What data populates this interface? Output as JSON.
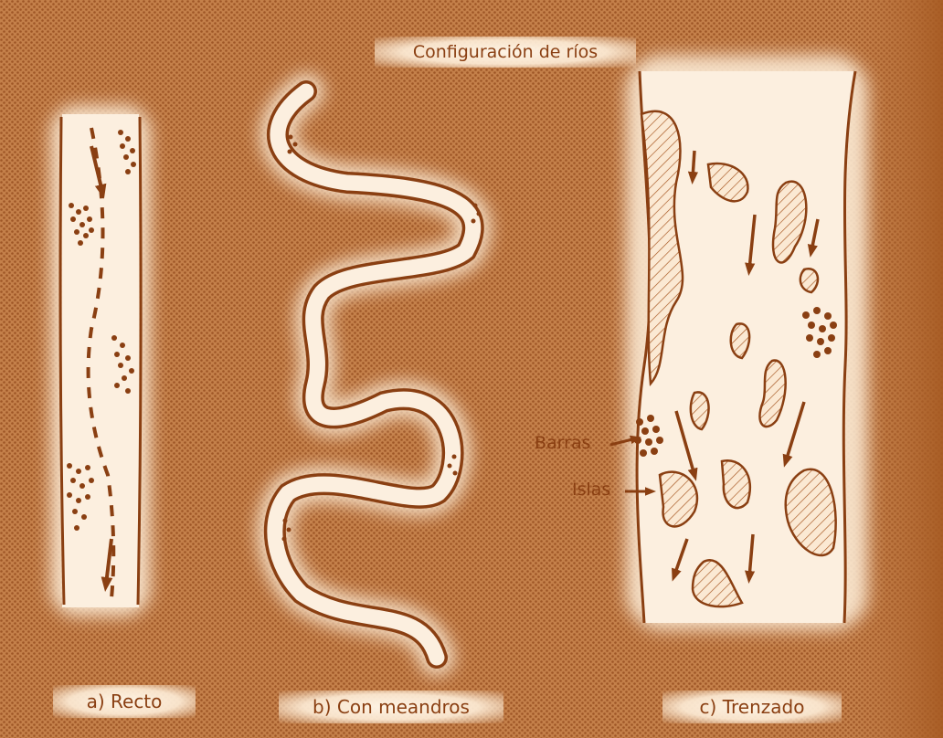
{
  "diagram": {
    "title": "Configuración de ríos",
    "rivers": [
      {
        "id": "a",
        "caption": "a) Recto"
      },
      {
        "id": "b",
        "caption": "b) Con meandros"
      },
      {
        "id": "c",
        "caption": "c) Trenzado"
      }
    ],
    "callouts": {
      "bars": "Barras",
      "islands": "Islas"
    }
  },
  "colors": {
    "background": "#b8703a",
    "river": "#fbe9d3",
    "ink": "#8a3f12"
  }
}
